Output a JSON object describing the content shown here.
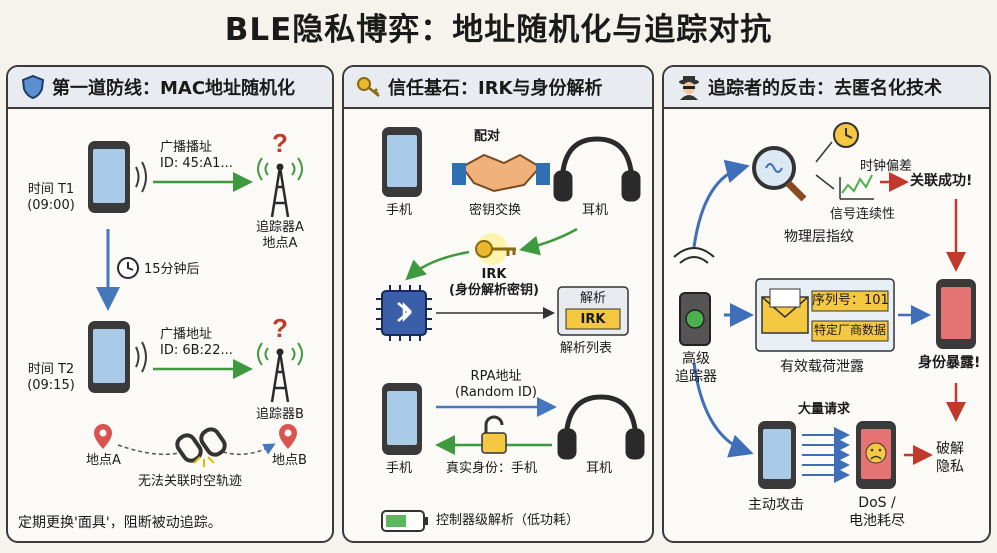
{
  "title": "BLE隐私博弈：地址随机化与追踪对抗",
  "panel1": {
    "header": "第一道防线：MAC地址随机化",
    "time1": "时间 T1",
    "time1_val": "(09:00)",
    "broadcast1_label": "广播播址",
    "broadcast1_id": "ID: 45:A1...",
    "tracker_a": "追踪器A",
    "place_a": "地点A",
    "interval": "15分钟后",
    "time2": "时间 T2",
    "time2_val": "(09:15)",
    "broadcast2_label": "广播地址",
    "broadcast2_id": "ID: 6B:22...",
    "tracker_b": "追踪器B",
    "place_a2": "地点A",
    "place_b2": "地点B",
    "no_link": "无法关联时空轨迹",
    "footer": "定期更换'面具'，阻断被动追踪。"
  },
  "panel2": {
    "header": "信任基石：IRK与身份解析",
    "pairing": "配对",
    "phone": "手机",
    "key_exchange": "密钥交换",
    "earphone": "耳机",
    "irk": "IRK",
    "irk_full": "(身份解析密钥)",
    "resolve": "解析",
    "irk_box": "IRK",
    "resolve_list": "解析列表",
    "rpa": "RPA地址",
    "random_id": "(Random ID)",
    "phone2": "手机",
    "true_identity": "真实身份：手机",
    "earphone2": "耳机",
    "controller": "控制器级解析（低功耗）"
  },
  "panel3": {
    "header": "追踪者的反击：去匿名化技术",
    "clock_skew": "时钟偏差",
    "signal_continuity": "信号连续性",
    "link_success": "关联成功!",
    "phy_fingerprint": "物理层指纹",
    "serial": "序列号：101",
    "vendor_data": "特定厂商数据",
    "advanced_tracker_1": "高级",
    "advanced_tracker_2": "追踪器",
    "payload_leak": "有效载荷泄露",
    "identity_exposed": "身份暴露!",
    "mass_requests": "大量请求",
    "crack_1": "破解",
    "crack_2": "隐私",
    "active_attack": "主动攻击",
    "dos_1": "DoS /",
    "dos_2": "电池耗尽"
  }
}
